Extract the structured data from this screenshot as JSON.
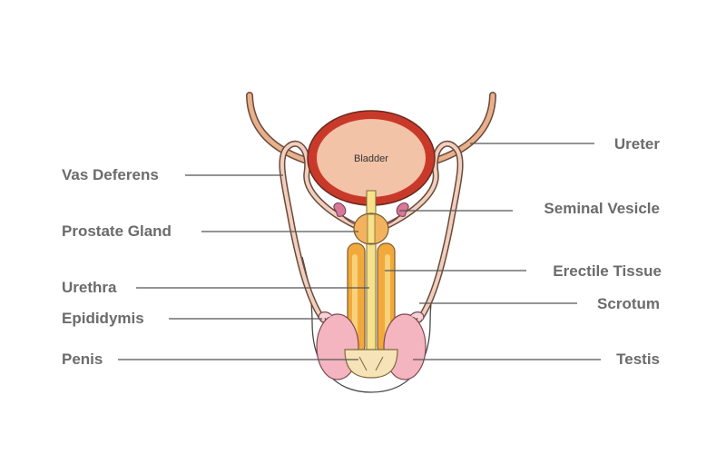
{
  "labels": {
    "left": {
      "vas_deferens": "Vas Deferens",
      "prostate_gland": "Prostate Gland",
      "urethra": "Urethra",
      "epididymis": "Epididymis",
      "penis": "Penis"
    },
    "right": {
      "ureter": "Ureter",
      "seminal_vesicle": "Seminal Vesicle",
      "erectile_tissue": "Erectile Tissue",
      "scrotum": "Scrotum",
      "testis": "Testis"
    },
    "bladder": "Bladder"
  },
  "colors": {
    "label_text": "#6b6b6b",
    "bladder_wall": "#c9392a",
    "bladder_fill": "#f3c3a8",
    "ureter": "#e9b08c",
    "prostate": "#f2b25e",
    "seminal_vesicle": "#d8779a",
    "erectile_tissue": "#f2a93b",
    "urethra": "#f7e28a",
    "testis": "#f4b5c0",
    "vas_deferens": "#f1cfbf"
  }
}
